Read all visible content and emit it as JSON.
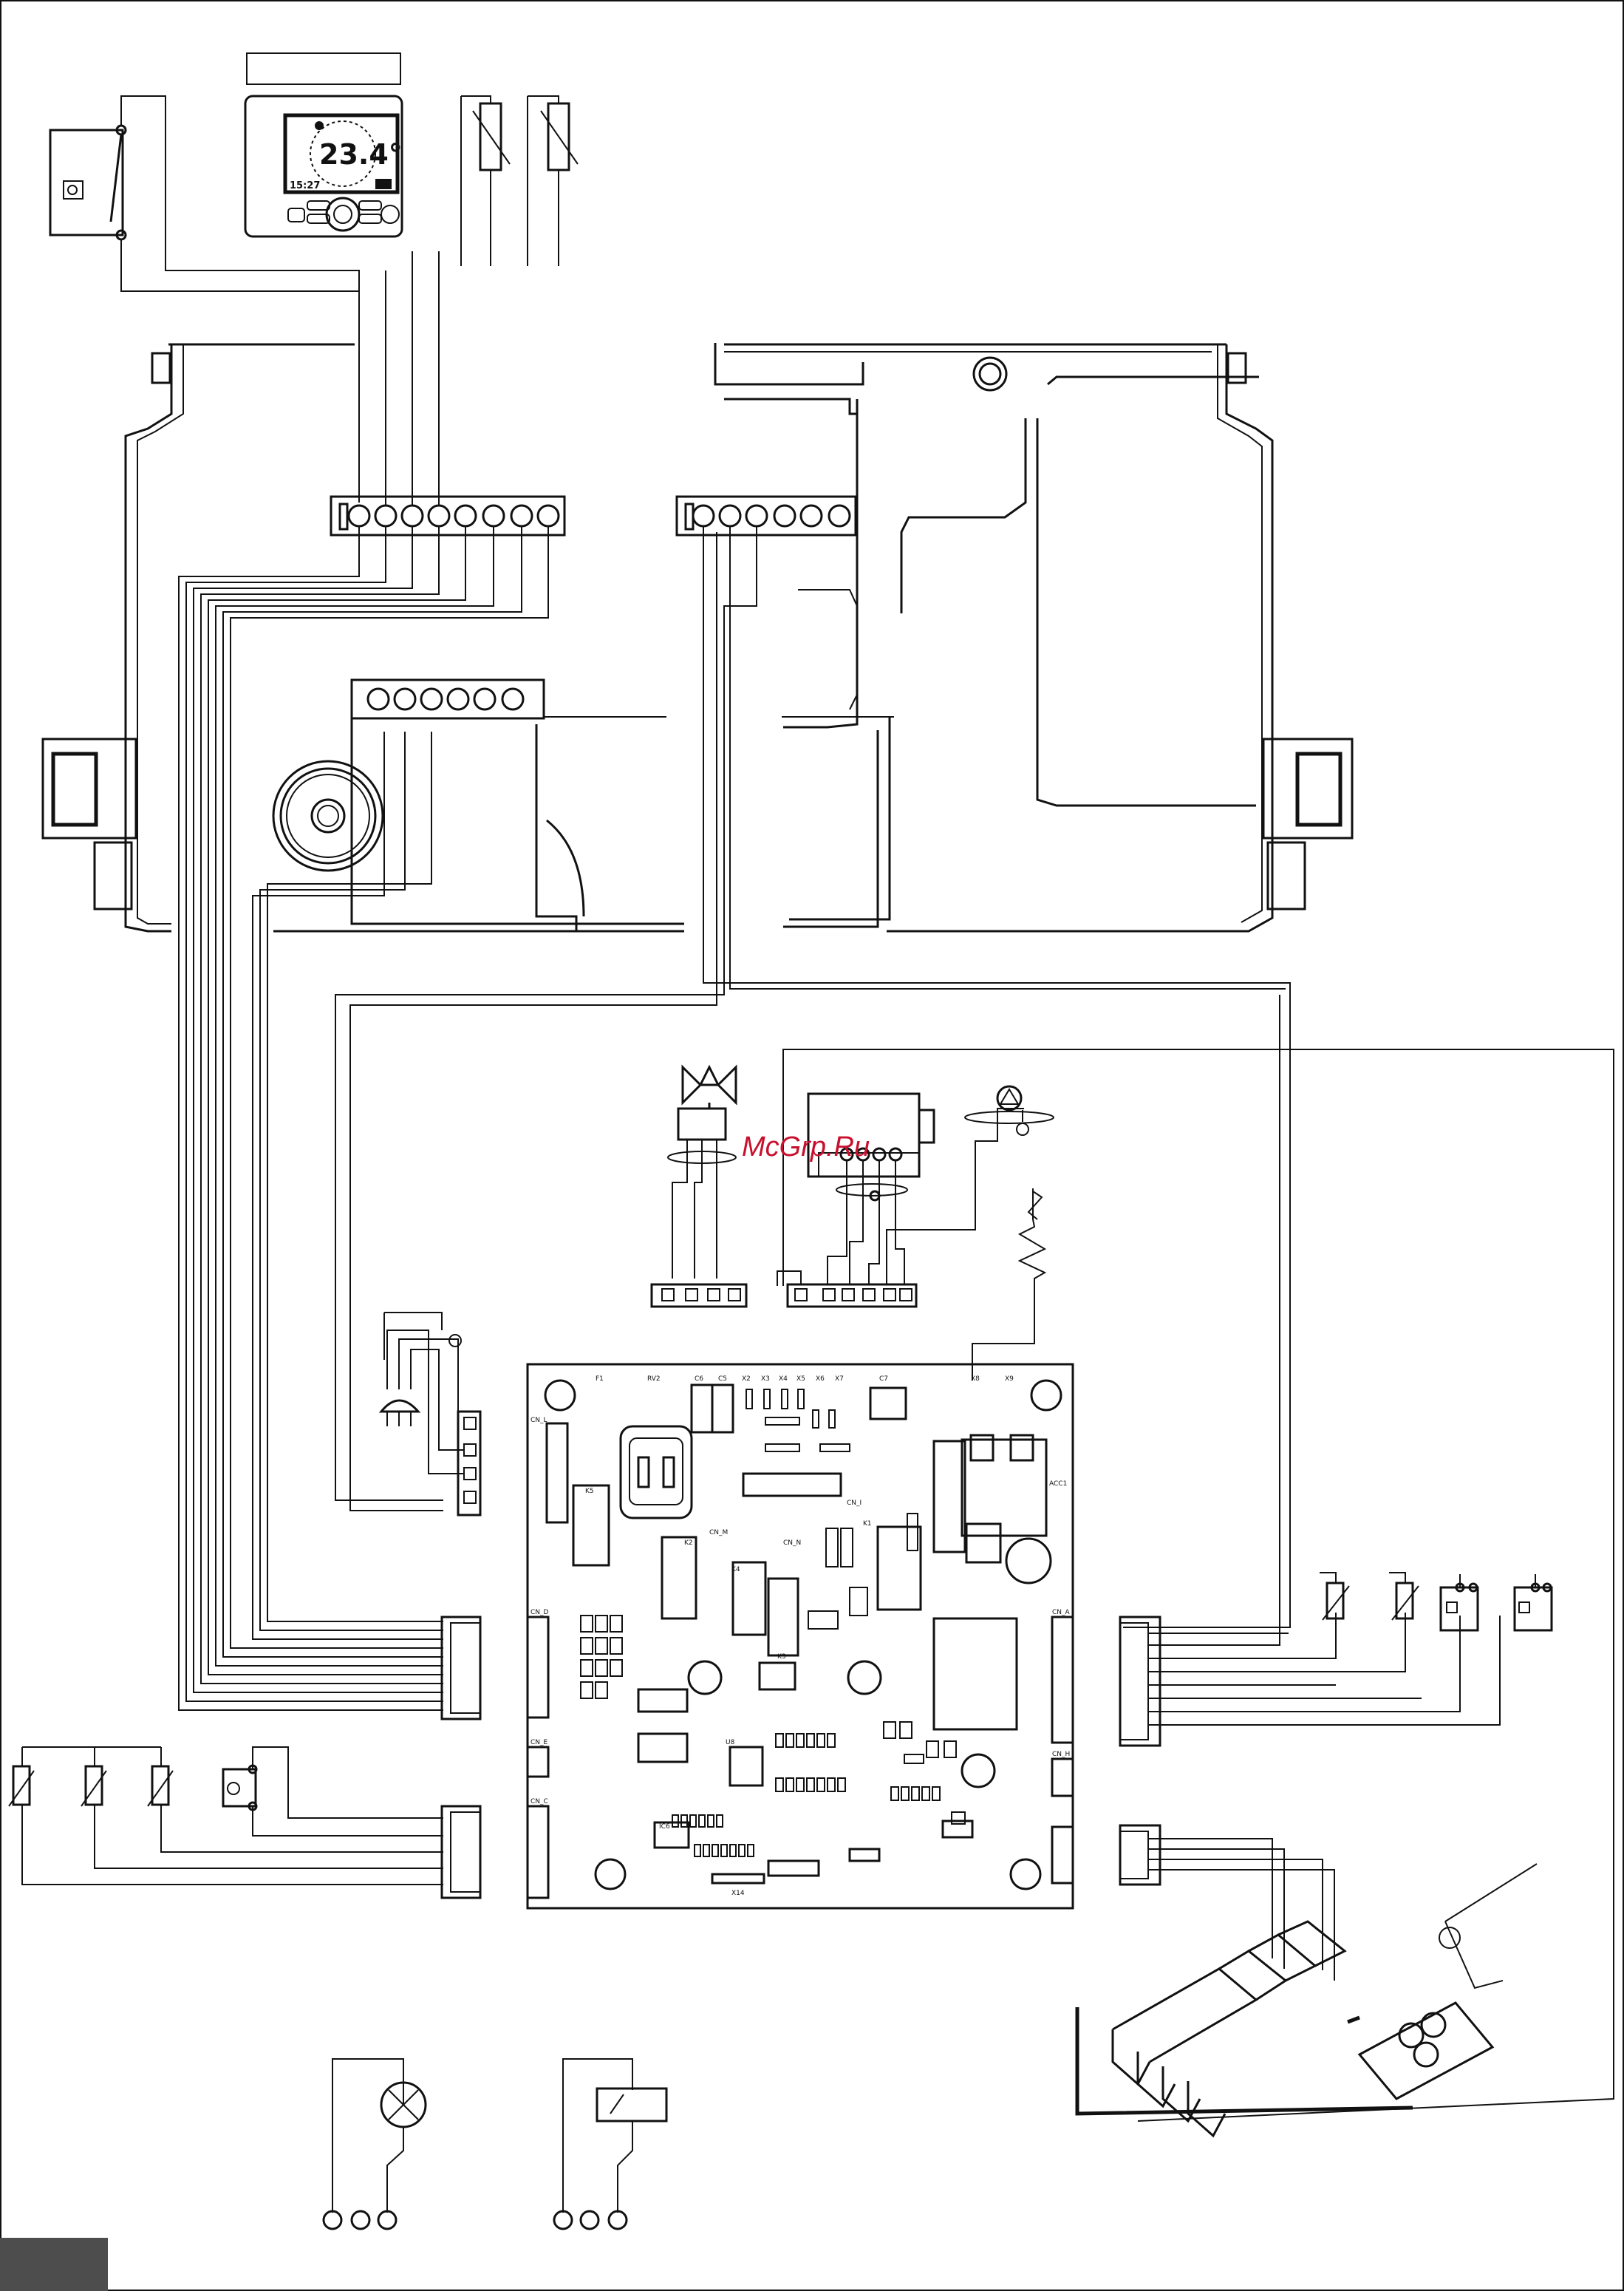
{
  "watermark": "McGrp.Ru",
  "thermostat": {
    "temperature": "23.4°",
    "time": "15:27"
  },
  "pcb": {
    "labels": [
      "F1",
      "RV2",
      "C6",
      "C5",
      "X2",
      "X3",
      "X4",
      "X5",
      "X6",
      "X7",
      "C7",
      "X8",
      "X9",
      "CN_L",
      "CN_D",
      "CN_E",
      "CN_C",
      "CN_A",
      "CN_H",
      "CN_I",
      "CN_M",
      "CN_N",
      "K1",
      "K2",
      "K3",
      "K4",
      "K5",
      "IC6",
      "U8",
      "X14",
      "ACC1"
    ]
  }
}
